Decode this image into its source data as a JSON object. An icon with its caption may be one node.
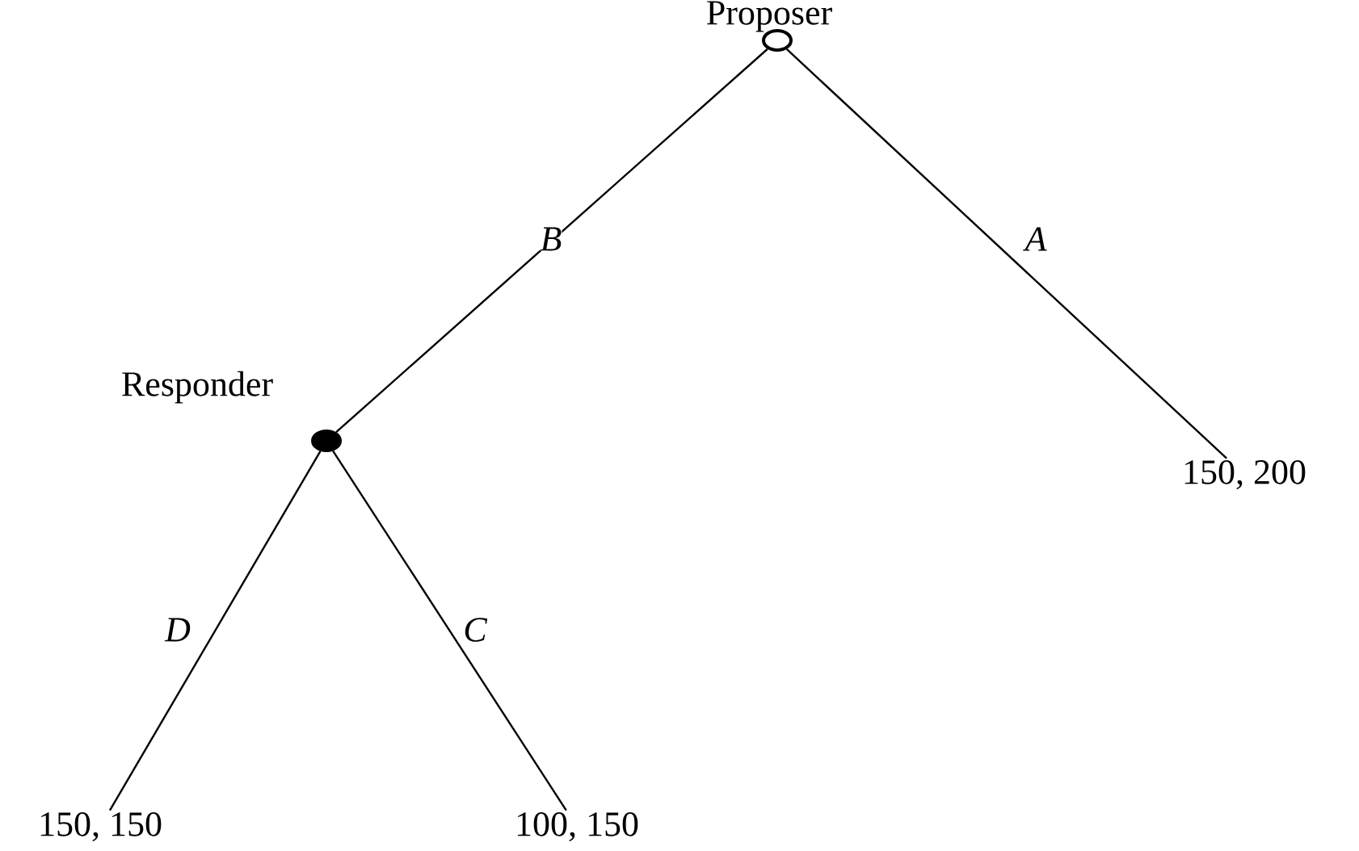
{
  "diagram": {
    "nodes": [
      {
        "text": [],
        "shape": "circle",
        "beside": [
          "Proposer"
        ]
      },
      {
        "text": [],
        "shape": "circle",
        "beside": [
          "Responder"
        ]
      },
      {
        "text": [
          "150, 200"
        ]
      },
      {
        "text": [
          "150, 150"
        ]
      },
      {
        "text": [
          "100, 150"
        ]
      }
    ],
    "edges": [
      {
        "from": 0,
        "to": 1,
        "arrow": "none",
        "label": "B"
      },
      {
        "from": 0,
        "to": 2,
        "arrow": "none",
        "label": "A"
      },
      {
        "from": 1,
        "to": 3,
        "arrow": "none",
        "label": "D"
      },
      {
        "from": 1,
        "to": 4,
        "arrow": "none",
        "label": "C"
      }
    ]
  }
}
